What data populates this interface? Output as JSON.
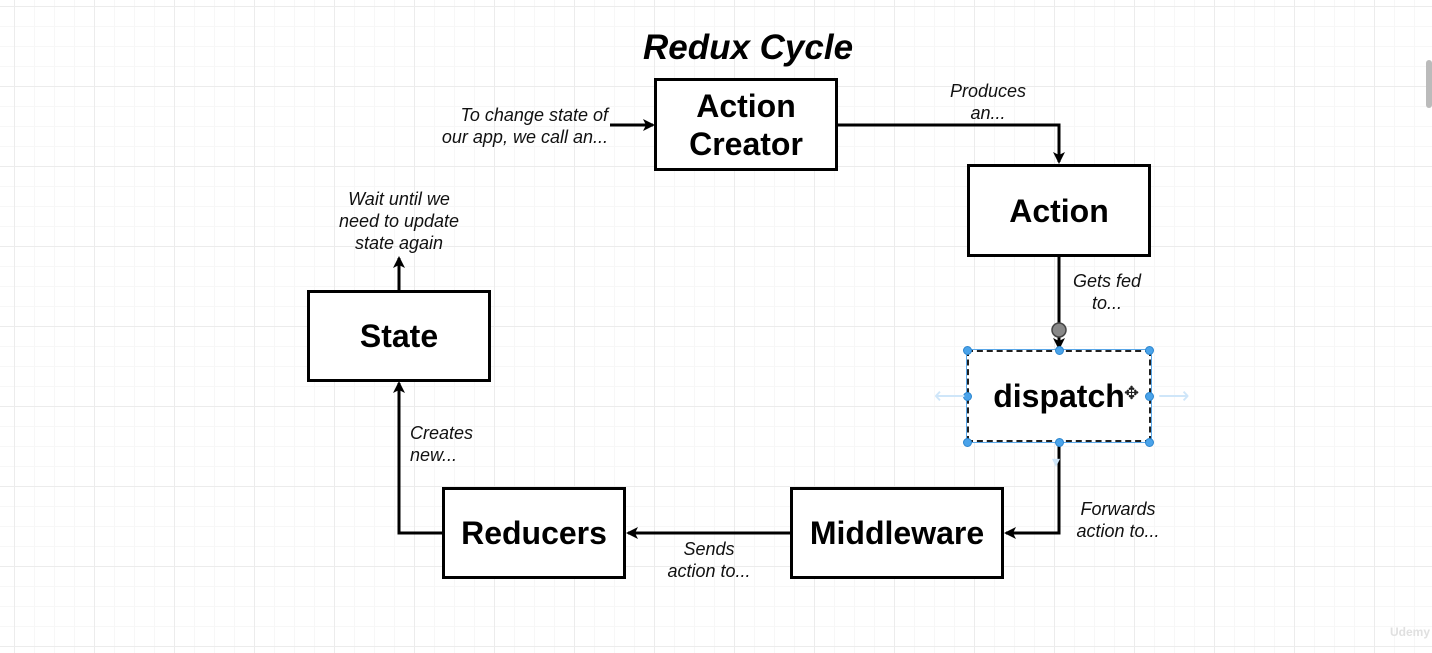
{
  "title": "Redux Cycle",
  "nodes": {
    "action_creator": "Action\nCreator",
    "action": "Action",
    "dispatch": "dispatch",
    "middleware": "Middleware",
    "reducers": "Reducers",
    "state": "State"
  },
  "edge_labels": {
    "to_change_state": "To change state of\nour app, we call an...",
    "produces": "Produces\nan...",
    "gets_fed": "Gets fed\nto...",
    "forwards": "Forwards\naction to...",
    "sends": "Sends\naction to...",
    "creates": "Creates\nnew...",
    "wait_until": "Wait until we\nneed to update\nstate again"
  },
  "selected_node": "dispatch",
  "selection_color": "#4aa3ea",
  "watermark": "Udemy"
}
